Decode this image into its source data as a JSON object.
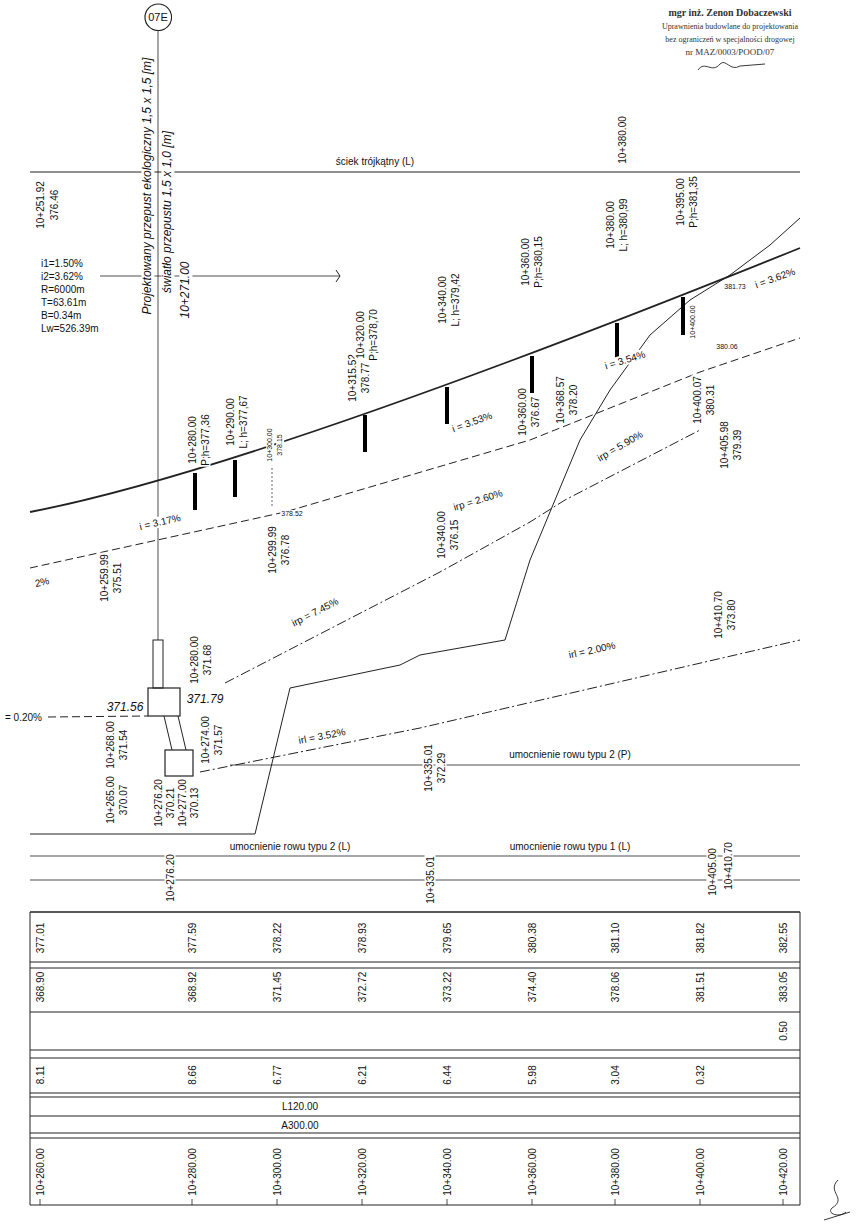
{
  "diagram": {
    "nodes": [
      {
        "text": [
          "07E"
        ]
      }
    ],
    "labels": [
      "mgr inż. Zenon Dobaczewski",
      "Uprawnienia budowlane do projektowania",
      "bez ograniczeń w specjalności drogowej",
      "nr MAZ/0003/POOD/07",
      "ściek trójkątny (L)",
      "10+380.00",
      "Projektowany przepust ekologiczny 1,5 x 1,5 [m]",
      "światło przepustu 1,5 x 1,0 [m]",
      "10+271.00",
      "i1=1.50%",
      "i2=3.62%",
      "R=6000m",
      "T=63.61m",
      "B=0.34m",
      "Lw=526.39m",
      "10+251.92",
      "376.46",
      "10+280.00",
      "P;h=377,36",
      "10+290.00",
      "L; h=377,67",
      "10+300.00",
      "378.15",
      "378.52",
      "10+315.52",
      "378.77",
      "10+320.00",
      "P;h=378,70",
      "10+340.00",
      "L; h=379,42",
      "10+360.00",
      "P;h=380,15",
      "10+380.00",
      "L; h=380,99",
      "10+395.00",
      "P;h=381,35",
      "i = 3.62%",
      "381.73",
      "10+400.00",
      "380.06",
      "i = 3.54%",
      "10+400.07",
      "380.31",
      "10+405.98",
      "379.39",
      "i = 3.53%",
      "10+360.00",
      "376.67",
      "10+368.57",
      "378.20",
      "irp = 5.90%",
      "irp = 2.60%",
      "i = 3.17%",
      "10+299.99",
      "376.78",
      "10+259.99",
      "375.51",
      "10+340.00",
      "376.15",
      "irp = 7.45%",
      "irl = 2.00%",
      "10+410.70",
      "373.80",
      "2%",
      "10+280.00",
      "371.68",
      "= 0.20%",
      "371.56",
      "371.79",
      "10+268.00",
      "371.54",
      "10+274.00",
      "371.57",
      "irl = 3.52%",
      "10+335.01",
      "372.29",
      "umocnienie rowu typu 2 (P)",
      "10+265.00",
      "370.07",
      "10+276.20",
      "370.21",
      "10+277.00",
      "370.13",
      "umocnienie rowu typu 2 (L)",
      "umocnienie rowu typu 1 (L)",
      "10+276.20",
      "10+335.01",
      "10+405.00",
      "10+410.70",
      "377.01",
      "377.59",
      "378.22",
      "378.93",
      "379.65",
      "380.38",
      "381.10",
      "381.82",
      "382.55",
      "368.90",
      "368.92",
      "371.45",
      "372.72",
      "373.22",
      "374.40",
      "378.06",
      "381.51",
      "383.05",
      "0.50",
      "8.11",
      "8.66",
      "6.77",
      "6.21",
      "6.44",
      "5.98",
      "3.04",
      "0.32",
      "L120.00",
      "A300.00",
      "10+260.00",
      "10+280.00",
      "10+300.00",
      "10+320.00",
      "10+340.00",
      "10+360.00",
      "10+380.00",
      "10+400.00",
      "10+420.00"
    ]
  }
}
